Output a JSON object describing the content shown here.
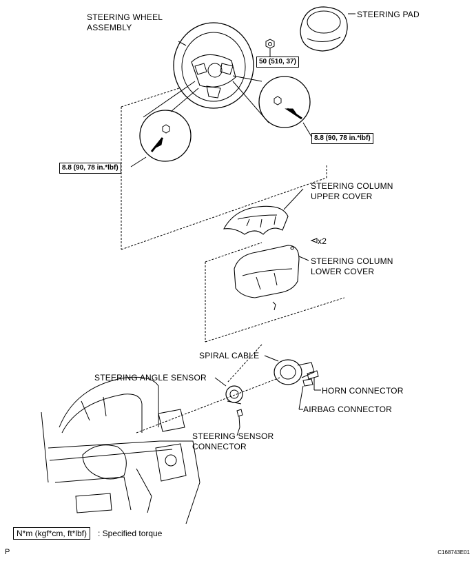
{
  "labels": {
    "steering_wheel_1": "STEERING WHEEL",
    "steering_wheel_2": "ASSEMBLY",
    "steering_pad": "STEERING PAD",
    "upper_cover_1": "STEERING COLUMN",
    "upper_cover_2": "UPPER COVER",
    "x2": "x2",
    "lower_cover_1": "STEERING COLUMN",
    "lower_cover_2": "LOWER COVER",
    "spiral_cable": "SPIRAL CABLE",
    "angle_sensor": "STEERING ANGLE SENSOR",
    "horn_connector": "HORN CONNECTOR",
    "airbag_connector": "AIRBAG CONNECTOR",
    "sensor_connector_1": "STEERING SENSOR",
    "sensor_connector_2": "CONNECTOR"
  },
  "torques": {
    "nut": "50 (510, 37)",
    "right_screw": "8.8 (90, 78 in.*lbf)",
    "left_screw": "8.8 (90, 78 in.*lbf)"
  },
  "legend": {
    "unit": "N*m (kgf*cm, ft*lbf)",
    "text": ": Specified torque"
  },
  "footer": {
    "corner": "P",
    "code": "C168743E01"
  }
}
